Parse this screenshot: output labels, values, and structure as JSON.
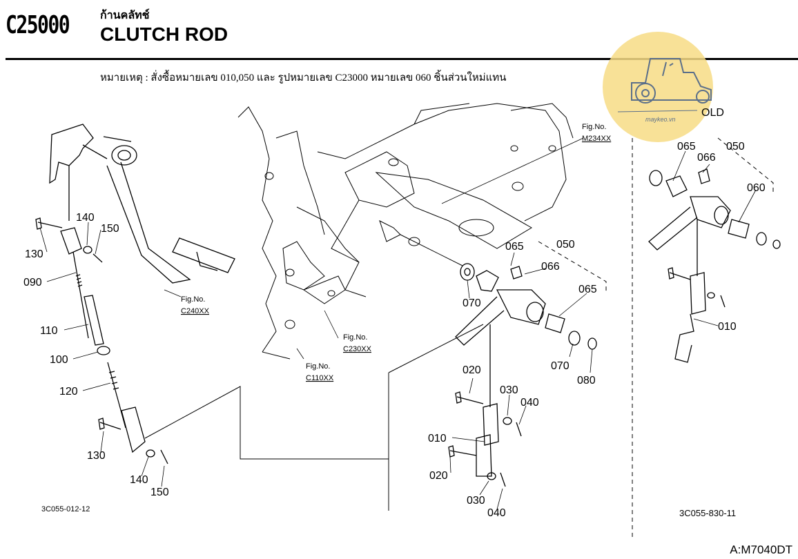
{
  "header": {
    "code": "C25000",
    "thai_title": "ก้านคลัทช์",
    "title": "CLUTCH ROD",
    "note": "หมายเหตุ : สั่งซื้อหมายเลข 010,050 และ รูปหมายเลข C23000 หมายเลข 060 ชิ้นส่วนใหม่แทน"
  },
  "watermark": {
    "site": "maykeo.vn",
    "old_label": "OLD"
  },
  "fig_refs": {
    "m234": [
      "Fig.No.",
      "M234XX"
    ],
    "c240": [
      "Fig.No.",
      "C240XX"
    ],
    "c230": [
      "Fig.No.",
      "C230XX"
    ],
    "c110": [
      "Fig.No.",
      "C110XX"
    ]
  },
  "left_labels": {
    "p130a": "130",
    "p140a": "140",
    "p150a": "150",
    "p090": "090",
    "p110": "110",
    "p100": "100",
    "p120": "120",
    "p130b": "130",
    "p140b": "140",
    "p150b": "150"
  },
  "center_labels": {
    "p065a": "065",
    "p050": "050",
    "p066": "066",
    "p070a": "070",
    "p065b": "065",
    "p070b": "070",
    "p080": "080",
    "p020a": "020",
    "p030a": "030",
    "p040a": "040",
    "p010": "010",
    "p020b": "020",
    "p030b": "030",
    "p040b": "040"
  },
  "right_labels": {
    "p065": "065",
    "p050": "050",
    "p066": "066",
    "p060": "060",
    "p010": "010"
  },
  "diagram_refs": {
    "left": "3C055-012-12",
    "right": "3C055-830-11"
  },
  "model": "A:M7040DT"
}
